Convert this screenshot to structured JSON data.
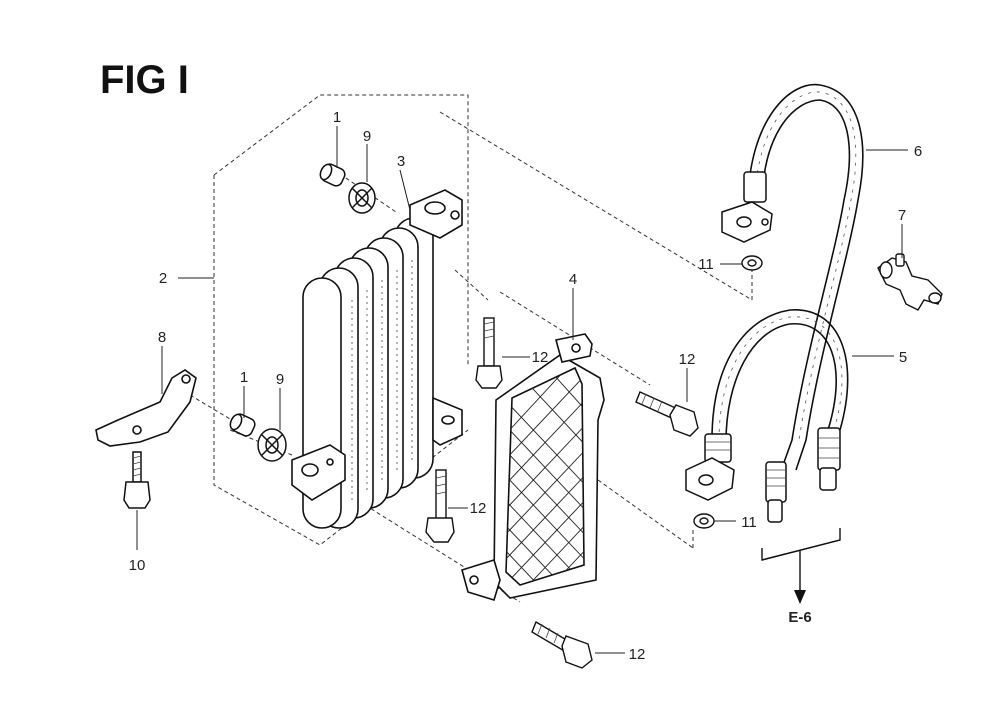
{
  "figure": {
    "title": "FIG I",
    "reference_label": "E-6"
  },
  "callouts": {
    "c1_top": "1",
    "c9_top": "9",
    "c3": "3",
    "c2": "2",
    "c4": "4",
    "c8": "8",
    "c1_mid": "1",
    "c9_mid": "9",
    "c10": "10",
    "c12_a": "12",
    "c12_b": "12",
    "c12_c": "12",
    "c12_d": "12",
    "c6": "6",
    "c7": "7",
    "c11_top": "11",
    "c5": "5",
    "c11_bot": "11"
  }
}
